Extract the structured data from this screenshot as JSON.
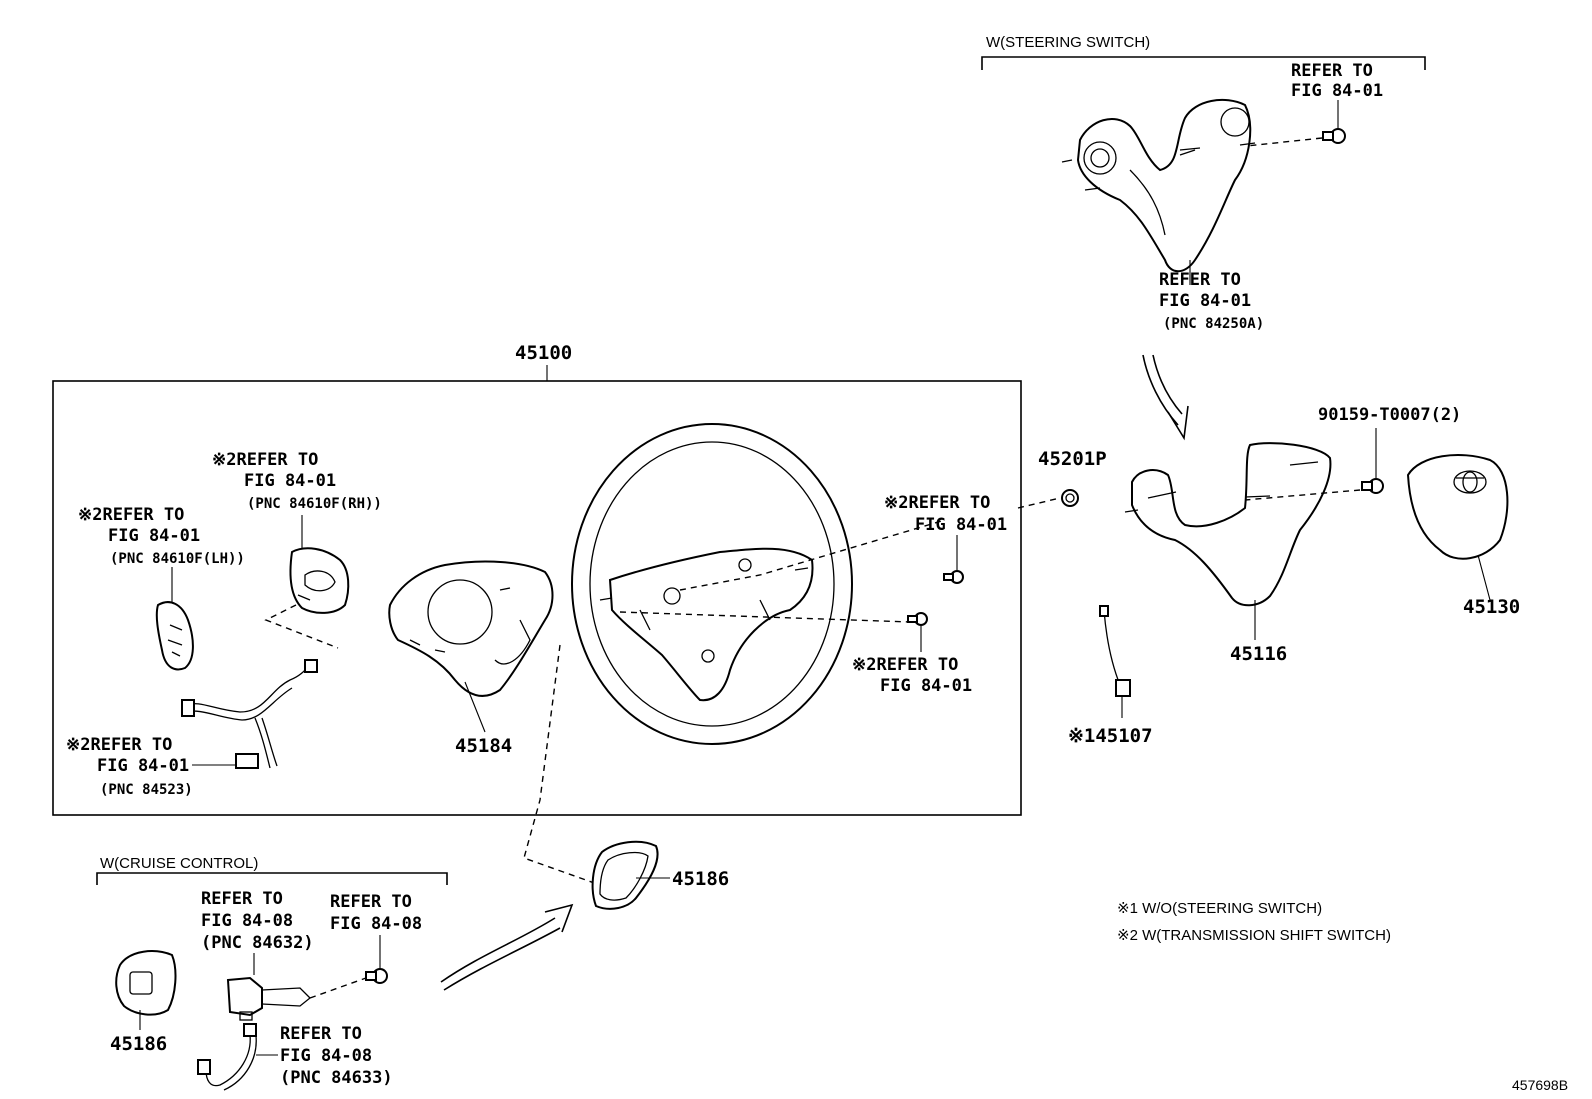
{
  "groups": {
    "steering_switch": "W(STEERING SWITCH)",
    "cruise_control": "W(CRUISE CONTROL)"
  },
  "assembly": {
    "number": "45100"
  },
  "parts": {
    "p45184": "45184",
    "p45186_main": "45186",
    "p45186_cruise": "45186",
    "p45116": "45116",
    "p45130": "45130",
    "p45201p": "45201P",
    "p45107": "※145107",
    "p90159": "90159-T0007(2)"
  },
  "refs": {
    "sw_top": [
      "REFER TO",
      "FIG 84-01"
    ],
    "sw_bottom": [
      "REFER TO",
      "FIG 84-01",
      "(PNC 84250A)"
    ],
    "rh": [
      "※2REFER TO",
      "FIG 84-01",
      "(PNC 84610F(RH))"
    ],
    "lh": [
      "※2REFER TO",
      "FIG 84-01",
      "(PNC 84610F(LH))"
    ],
    "harness": [
      "※2REFER TO",
      "FIG 84-01",
      "(PNC 84523)"
    ],
    "bolt_upper": [
      "※2REFER TO",
      "FIG 84-01"
    ],
    "bolt_lower": [
      "※2REFER TO",
      "FIG 84-01"
    ],
    "cruise_switch": [
      "REFER TO",
      "FIG 84-08",
      "(PNC 84632)"
    ],
    "cruise_screw": [
      "REFER TO",
      "FIG 84-08"
    ],
    "cruise_wire": [
      "REFER TO",
      "FIG 84-08",
      "(PNC 84633)"
    ]
  },
  "notes": [
    "※1 W/O(STEERING SWITCH)",
    "※2 W(TRANSMISSION SHIFT SWITCH)"
  ],
  "figure_id": "457698B"
}
